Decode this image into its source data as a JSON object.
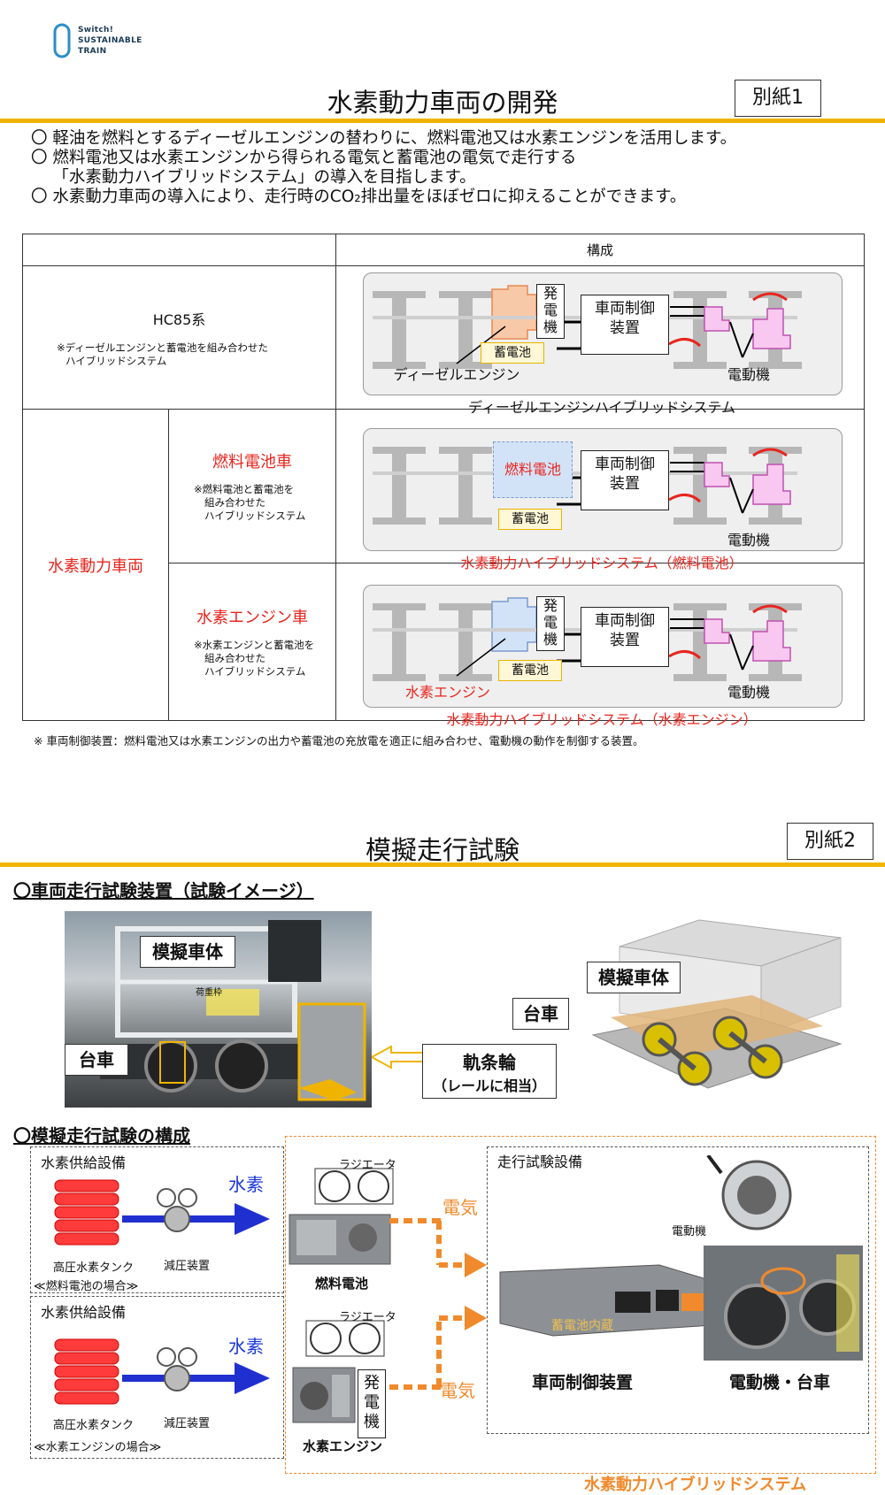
{
  "logo": {
    "line1": "Switch!",
    "line2": "SUSTAINABLE",
    "line3": "TRAIN"
  },
  "page1": {
    "title": "水素動力車両の開発",
    "badge": "別紙1",
    "bullets": [
      "〇 軽油を燃料とするディーゼルエンジンの替わりに、燃料電池又は水素エンジンを活用します。",
      "〇 燃料電池又は水素エンジンから得られる電気と蓄電池の電気で走行する",
      "　 「水素動力ハイブリッドシステム」の導入を目指します。",
      "〇 水素動力車両の導入により、走行時のCO₂排出量をほぼゼロに抑えることができます。"
    ],
    "table": {
      "header": "構成",
      "hc85": {
        "name": "HC85系",
        "note1": "※ディーゼルエンジンと蓄電池を組み合わせた",
        "note2": "ハイブリッドシステム"
      },
      "group_label": "水素動力車両",
      "fc": {
        "name": "燃料電池車",
        "note1": "※燃料電池と蓄電池を",
        "note2": "組み合わせた",
        "note3": "ハイブリッドシステム"
      },
      "he": {
        "name": "水素エンジン車",
        "note1": "※水素エンジンと蓄電池を",
        "note2": "組み合わせた",
        "note3": "ハイブリッドシステム"
      },
      "dia1": {
        "gen": "発電機",
        "ctrl": "車両制御装置",
        "battery": "蓄電池",
        "engine": "ディーゼルエンジン",
        "motor": "電動機",
        "caption": "ディーゼルエンジンハイブリッドシステム"
      },
      "dia2": {
        "fcell": "燃料電池",
        "ctrl": "車両制御装置",
        "battery": "蓄電池",
        "motor": "電動機",
        "caption": "水素動力ハイブリッドシステム（燃料電池）"
      },
      "dia3": {
        "gen": "発電機",
        "ctrl": "車両制御装置",
        "battery": "蓄電池",
        "engine": "水素エンジン",
        "motor": "電動機",
        "caption": "水素動力ハイブリッドシステム（水素エンジン）"
      }
    },
    "footnote": "※ 車両制御装置：燃料電池又は水素エンジンの出力や蓄電池の充放電を適正に組み合わせ、電動機の動作を制御する装置。"
  },
  "page2": {
    "title": "模擬走行試験",
    "badge": "別紙2",
    "sec1": "〇車両走行試験装置（試験イメージ）",
    "photo_lbl_body": "模擬車体",
    "photo_lbl_bogie": "台車",
    "photo_sign": "荷重枠",
    "cg_lbl_body": "模擬車体",
    "cg_lbl_bogie": "台車",
    "roller1": "軌条輪",
    "roller2": "（レールに相当）",
    "sec2": "〇模擬走行試験の構成",
    "supply1": {
      "title": "水素供給設備",
      "tank": "高圧水素タンク",
      "reducer": "減圧装置",
      "h2": "水素",
      "case": "≪燃料電池の場合≫"
    },
    "supply2": {
      "title": "水素供給設備",
      "tank": "高圧水素タンク",
      "reducer": "減圧装置",
      "h2": "水素",
      "case": "≪水素エンジンの場合≫"
    },
    "radiator1": "ラジエータ",
    "radiator2": "ラジエータ",
    "fcell": "燃料電池",
    "hengine": "水素エンジン",
    "gen": "発電機",
    "elec1": "電気",
    "elec2": "電気",
    "test_title": "走行試験設備",
    "motor_lbl": "電動機",
    "battery_inside": "蓄電池内蔵",
    "ctrl": "車両制御装置",
    "motor_bogie": "電動機・台車",
    "system": "水素動力ハイブリッドシステム"
  }
}
